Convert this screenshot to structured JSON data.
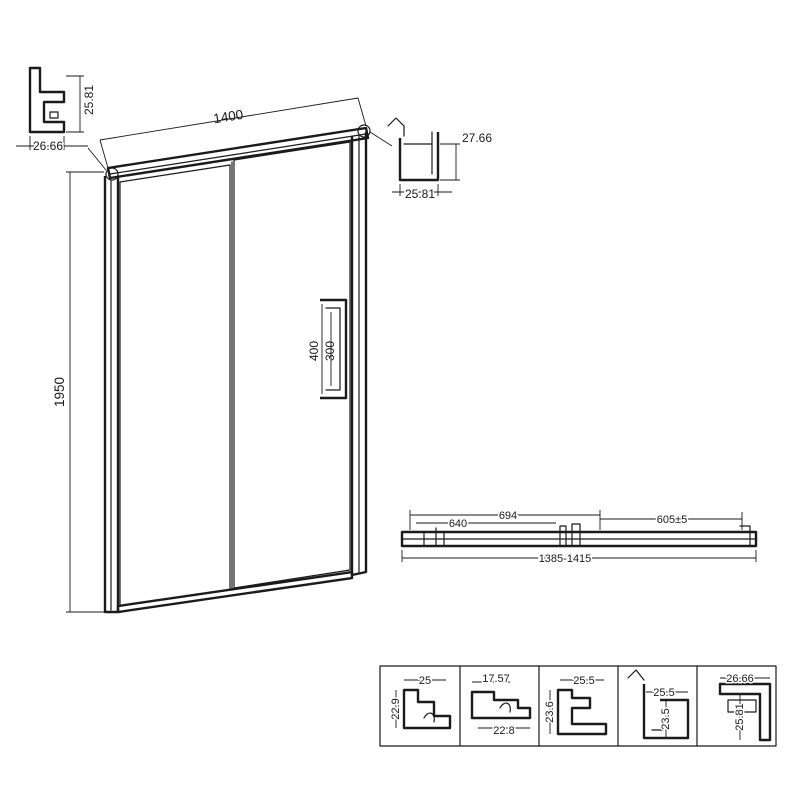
{
  "diagram": {
    "overall_width": "1400",
    "overall_height": "1950",
    "handle_outer": "400",
    "handle_inner": "300",
    "top_left_profile": {
      "height": "25.81",
      "width": "26.66"
    },
    "top_right_profile": {
      "height": "27.66",
      "width": "25.81"
    },
    "plan_view": {
      "dim_a": "694",
      "dim_b": "640",
      "dim_opening": "605±5",
      "dim_range": "1385-1415"
    },
    "profiles": [
      {
        "top": "25",
        "side": "22.9"
      },
      {
        "top": "17.57",
        "bottom": "22.8"
      },
      {
        "top": "25.5",
        "side": "23.6"
      },
      {
        "top": "25.5",
        "side": "23.5"
      },
      {
        "top": "26.66",
        "side": "25.81"
      }
    ]
  }
}
